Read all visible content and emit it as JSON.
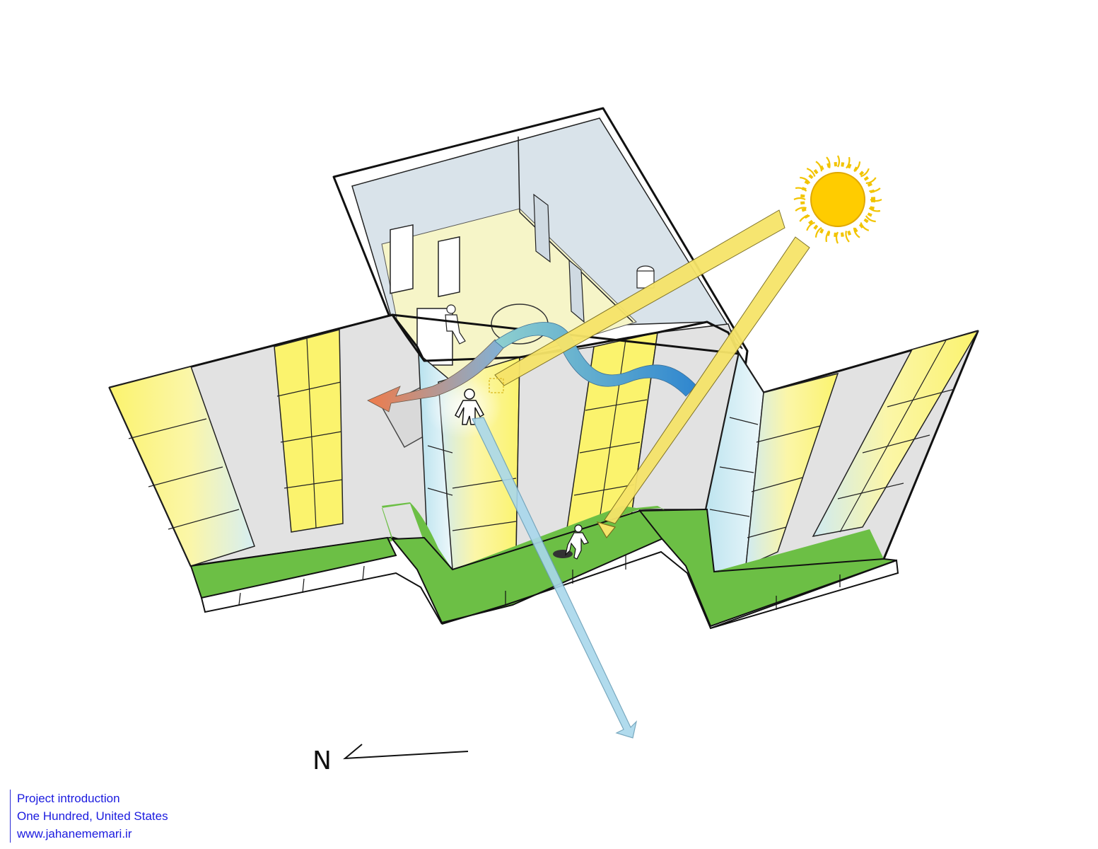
{
  "diagram": {
    "north_label": "N"
  },
  "caption": {
    "line1": "Project introduction",
    "line2": "One Hundred, United States",
    "line3": "www.jahanememari.ir"
  },
  "colors": {
    "facade_yellow": "#fbf36d",
    "panel_grey": "#e2e2e2",
    "green_roof": "#6cbf45",
    "sunlight": "#f6e469",
    "sun": "#ffcc00",
    "cool_air": "#3b8fd0",
    "warm_air": "#ef7b4a",
    "view_ray": "#a9d8ec",
    "interior_wall": "#d9e3ea",
    "interior_floor": "#f6f5c8"
  }
}
